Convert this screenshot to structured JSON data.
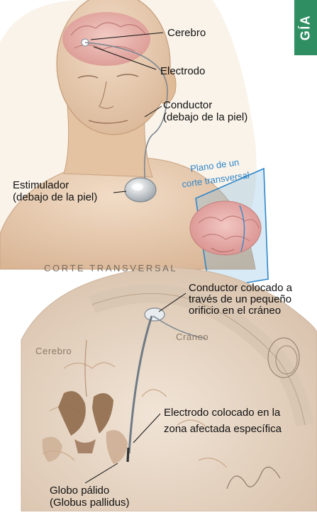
{
  "labels": {
    "cerebro_top": "Cerebro",
    "electrodo": "Electrodo",
    "conductor_1": "Conductor",
    "conductor_2": "(debajo de la piel)",
    "estimulador_1": "Estimulador",
    "estimulador_2": "(debajo de la piel)",
    "plano_1": "Plano de un",
    "plano_2": "corte transversal",
    "corte": "CORTE TRANSVERSAL",
    "colocado_1": "Conductor colocado a",
    "colocado_2": "través de un pequeño",
    "colocado_3": "orificio en el cráneo",
    "craneo": "Cráneo",
    "cerebro_mid": "Cerebro",
    "zona_1": "Electrodo colocado en la",
    "zona_2": "zona afectada específica",
    "globo_1": "Globo pálido",
    "globo_2": "(Globus pallidus)"
  },
  "tab": {
    "text": "GÍA"
  },
  "colors": {
    "tab": "#2f8f63",
    "plane": "#2f86c8",
    "skin": "#e9cfb3",
    "brain": "#e7a3a0"
  }
}
